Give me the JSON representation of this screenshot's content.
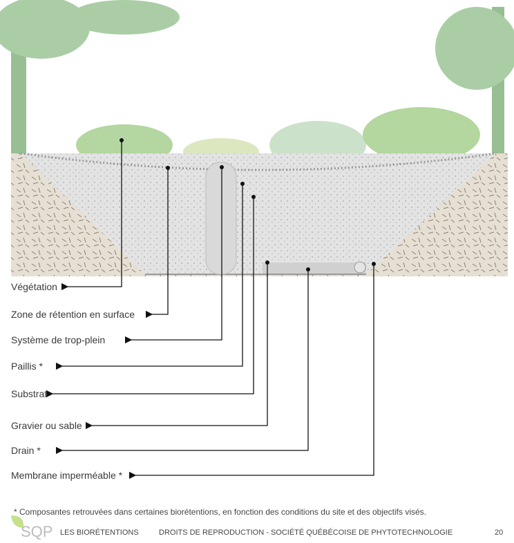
{
  "labels": [
    "Végétation",
    "Zone de rétention en surface",
    "Système de trop-plein",
    "Paillis *",
    "Substrat",
    "Gravier ou sable",
    "Drain *",
    "Membrane imperméable *"
  ],
  "footnote": "* Composantes retrouvées dans certaines biorétentions, en fonction des conditions du site et des objectifs visés.",
  "footer": {
    "logo": "SQP",
    "section": "LES BIORÉTENTIONS",
    "copyright": "DROITS DE REPRODUCTION - SOCIÉTÉ QUÉBÉCOISE DE PHYTOTECHNOLOGIE",
    "page": "20"
  },
  "colors": {
    "accent": "#8cc63f",
    "soil": "#e6dfd3",
    "basin": "#e3e3e3",
    "foliage": "#8fbf8a"
  }
}
